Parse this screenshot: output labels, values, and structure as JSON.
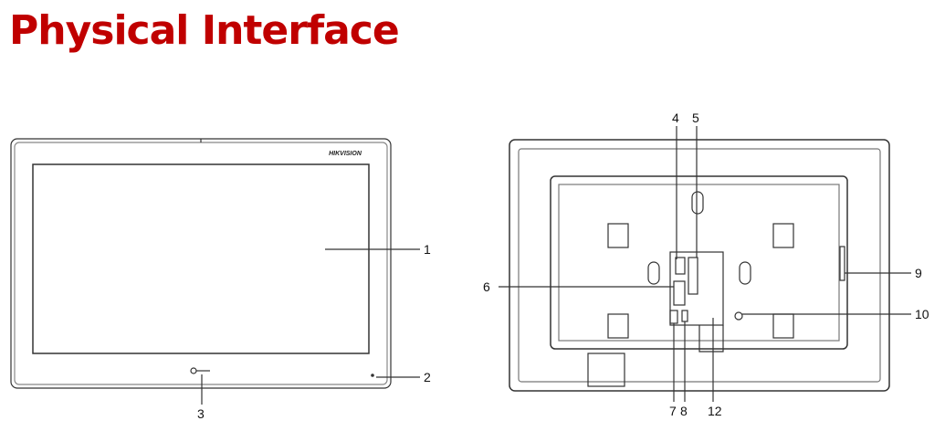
{
  "title": "Physical Interface",
  "accent_color": "#c00000",
  "front_view": {
    "brand_logo": "HIKVISION",
    "labels": [
      "1",
      "2",
      "3"
    ]
  },
  "rear_view": {
    "labels": [
      "4",
      "5",
      "6",
      "7",
      "8",
      "9",
      "10",
      "12"
    ]
  }
}
